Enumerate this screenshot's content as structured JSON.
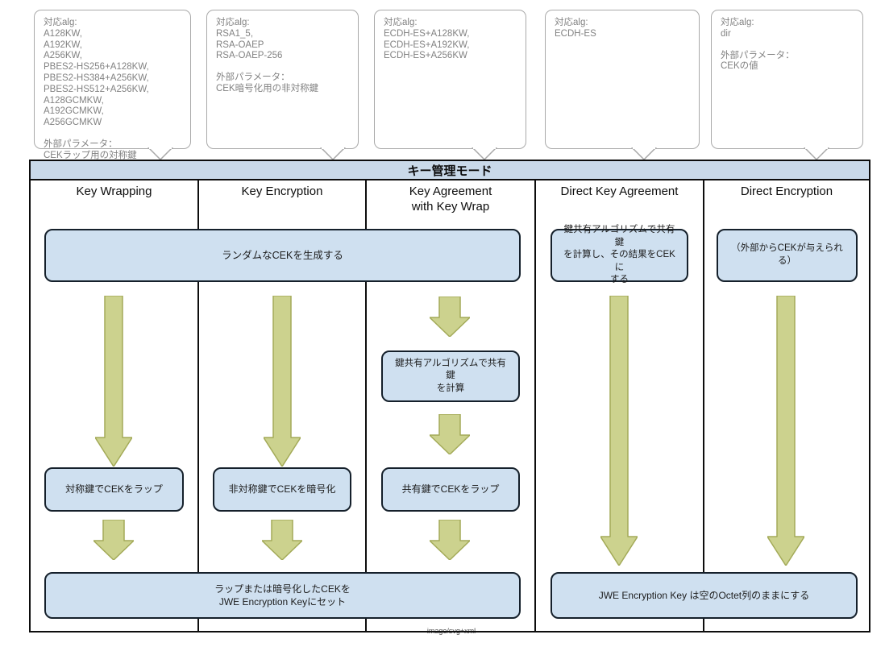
{
  "header": {
    "title": "キー管理モード"
  },
  "columns": [
    {
      "label": "Key Wrapping"
    },
    {
      "label": "Key Encryption"
    },
    {
      "label": "Key Agreement\nwith Key Wrap"
    },
    {
      "label": "Direct Key Agreement"
    },
    {
      "label": "Direct Encryption"
    }
  ],
  "callouts": [
    {
      "lines": [
        "対応alg:",
        "A128KW,",
        "A192KW,",
        "A256KW,",
        "PBES2-HS256+A128KW,",
        "PBES2-HS384+A256KW,",
        "PBES2-HS512+A256KW,",
        "A128GCMKW,",
        "A192GCMKW,",
        "A256GCMKW",
        "",
        "外部パラメータ：",
        "CEKラップ用の対称鍵"
      ]
    },
    {
      "lines": [
        "対応alg:",
        "RSA1_5,",
        "RSA-OAEP",
        "RSA-OAEP-256",
        "",
        "外部パラメータ：",
        "CEK暗号化用の非対称鍵"
      ]
    },
    {
      "lines": [
        "対応alg:",
        "ECDH-ES+A128KW,",
        "ECDH-ES+A192KW,",
        "ECDH-ES+A256KW"
      ]
    },
    {
      "lines": [
        "対応alg:",
        "ECDH-ES"
      ]
    },
    {
      "lines": [
        "対応alg:",
        "dir",
        "",
        "外部パラメータ：",
        "CEKの値"
      ]
    }
  ],
  "boxes": {
    "generate_cek": "ランダムなCEKを生成する",
    "dka_compute": "鍵共有アルゴリズムで共有鍵\nを計算し、その結果をCEKに\nする",
    "de_external": "（外部からCEKが与えられ\nる）",
    "ka_compute": "鍵共有アルゴリズムで共有鍵\nを計算",
    "kw_wrap": "対称鍵でCEKをラップ",
    "ke_encrypt": "非対称鍵でCEKを暗号化",
    "ka_wrap": "共有鍵でCEKをラップ",
    "set_key": "ラップまたは暗号化したCEKを\nJWE Encryption Keyにセット",
    "empty_octet": "JWE Encryption Key は空のOctet列のままにする"
  },
  "watermark": "image/svg+xml",
  "colors": {
    "header_blue": "#c9d9e9",
    "box_blue": "#cfe0f0",
    "box_border": "#15202b",
    "arrow_green": "#ccd28e",
    "arrow_border": "#a3aa58",
    "callout_border": "#a9a9a9",
    "callout_text": "#828282"
  }
}
